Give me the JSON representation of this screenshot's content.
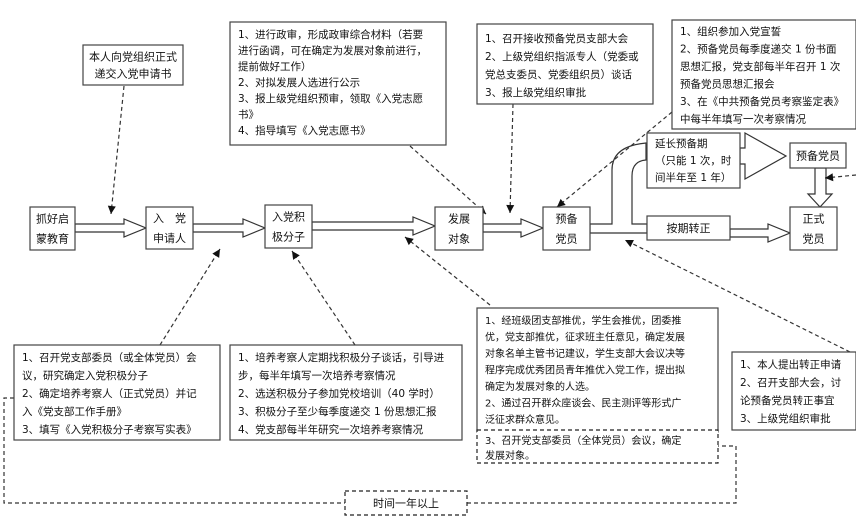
{
  "main_flow": {
    "stage1": [
      "抓好启",
      "蒙教育"
    ],
    "stage2": [
      "入　党",
      "申请人"
    ],
    "stage3": [
      "入党积",
      "极分子"
    ],
    "stage4": [
      "发展",
      "对象"
    ],
    "stage5": [
      "预备",
      "党员"
    ],
    "stage6": [
      "正式",
      "党员"
    ],
    "probation_box": [
      "预备党员"
    ],
    "extend_box": [
      "延长预备期",
      "（只能 1 次，时",
      "间半年至 1 年）"
    ],
    "on_time_box": [
      "按期转正"
    ]
  },
  "notes": {
    "apply": [
      "本人向党组织正式",
      "递交入党申请书"
    ],
    "development_prep": [
      "1、进行政审，形成政审综合材料（若要",
      "进行函调，可在确定为发展对象前进行，",
      "提前做好工作）",
      "2、对拟发展人选进行公示",
      "3、报上级党组织预审，领取《入党志愿",
      "书》",
      "4、指导填写《入党志愿书》"
    ],
    "admission": [
      "1、召开接收预备党员支部大会",
      "2、上级党组织指派专人（党委或",
      "党总支委员、党委组织员）谈话",
      "3、报上级党组织审批"
    ],
    "probation_tasks": [
      "1、组织参加入党宣誓",
      "2、预备党员每季度递交 1 份书面",
      "思想汇报，党支部每半年召开 1 次",
      "预备党员思想汇报会",
      "3、在《中共预备党员考察鉴定表》",
      "中每半年填写一次考察情况"
    ],
    "activist_selection": [
      "1、召开党支部委员（或全体党员）会",
      "议，研究确定入党积极分子",
      "2、确定培养考察人（正式党员）并记",
      "入《党支部工作手册》",
      "3、填写《入党积极分子考察写实表》"
    ],
    "activist_training": [
      "1、培养考察人定期找积极分子谈话，引导进",
      "步，每半年填写一次培养考察情况",
      "2、选送积极分子参加党校培训（40 学时）",
      "3、积极分子至少每季度递交 1 份思想汇报",
      "4、党支部每半年研究一次培养考察情况"
    ],
    "candidate_selection": [
      "1、经班级团支部推优，学生会推优，团委推",
      "优，党支部推优，征求班主任意见，确定发展",
      "对象名单主管书记建议，学生支部大会议决等",
      "程序完成优秀团员青年推优入党工作，提出拟",
      "确定为发展对象的人选。",
      "2、通过召开群众座谈会、民主测评等形式广",
      "泛征求群众意见。"
    ],
    "candidate_confirm": [
      "3、召开党支部委员（全体党员）会议，确定",
      "发展对象。"
    ],
    "full_membership": [
      "1、本人提出转正申请",
      "2、召开支部大会，讨",
      "论预备党员转正事宜",
      "3、上级党组织审批"
    ]
  },
  "timeline_label": "时间一年以上"
}
